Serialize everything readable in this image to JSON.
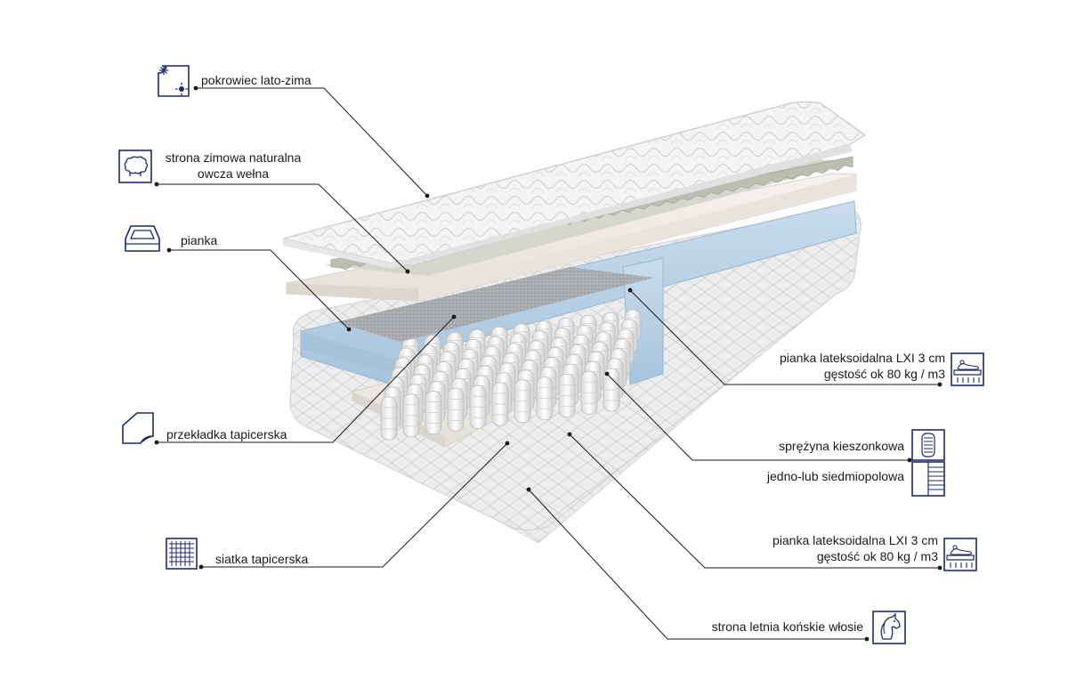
{
  "labels": {
    "cover": "pokrowiec lato-zima",
    "wool_line1": "strona zimowa naturalna",
    "wool_line2": "owcza wełna",
    "foam": "pianka",
    "latex_top_line1": "pianka lateksoidalna LXI 3 cm",
    "latex_top_line2": "gęstość ok 80 kg / m3",
    "felt": "przekładka tapicerska",
    "spring": "sprężyna kieszonkowa",
    "zones": "jedno-lub siedmiopolowa",
    "mesh": "siatka tapicerska",
    "latex_bottom_line1": "pianka lateksoidalna LXI 3 cm",
    "latex_bottom_line2": "gęstość ok 80 kg / m3",
    "horsehair": "strona letnia końskie włosie"
  },
  "icons": {
    "cover": "snowflake-sun-icon",
    "wool": "sheep-icon",
    "foam": "foam-tray-icon",
    "latex_top": "latex-foam-icon",
    "felt": "felt-sheet-icon",
    "spring": "pocket-spring-icon",
    "zones": "zones-icon",
    "mesh": "mesh-grid-icon",
    "latex_bottom": "latex-foam-icon",
    "horsehair": "horse-icon"
  },
  "colors": {
    "icon_stroke": "#1f2a6b",
    "leader_line": "#1a1a1a",
    "foam_blue": "#b9d3e6"
  }
}
